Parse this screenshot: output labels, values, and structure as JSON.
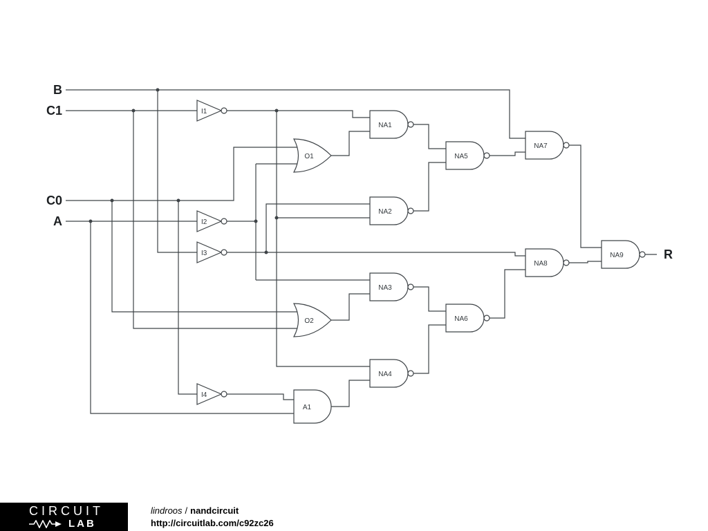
{
  "inputs": {
    "b": "B",
    "c1": "C1",
    "c0": "C0",
    "a": "A"
  },
  "output": {
    "r": "R"
  },
  "gates": {
    "i1": "I1",
    "i2": "I2",
    "i3": "I3",
    "i4": "I4",
    "o1": "O1",
    "o2": "O2",
    "a1": "A1",
    "na1": "NA1",
    "na2": "NA2",
    "na3": "NA3",
    "na4": "NA4",
    "na5": "NA5",
    "na6": "NA6",
    "na7": "NA7",
    "na8": "NA8",
    "na9": "NA9"
  },
  "footer": {
    "logo_top": "CIRCUIT",
    "logo_bottom": "LAB",
    "author": "lindroos",
    "separator": "/",
    "circuit_name": "nandcircuit",
    "url": "http://circuitlab.com/c92zc26"
  },
  "colors": {
    "wire": "#3e4347",
    "background": "#ffffff",
    "footer_bg": "#000000",
    "footer_text": "#ffffff"
  }
}
